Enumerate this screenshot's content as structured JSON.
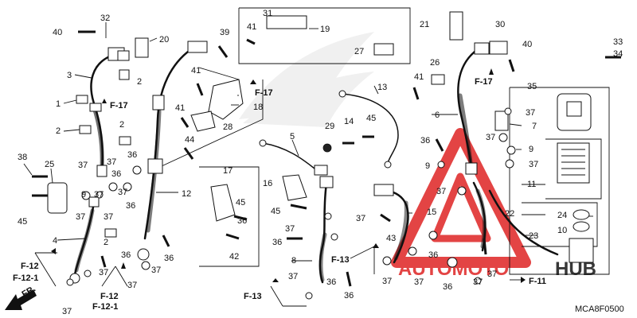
{
  "diagram_code": "MCA8F0500",
  "watermark": {
    "text": "AUTOMOTOHUB",
    "accent_color": "#e03030",
    "secondary_color": "#222222"
  },
  "ref_labels": {
    "f12": "F-12",
    "f12_1": "F-12-1",
    "f13": "F-13",
    "f11": "F-11",
    "f17": "F-17",
    "fr": "FR."
  },
  "part_numbers": {
    "p1": "1",
    "p2": "2",
    "p3": "3",
    "p4": "4",
    "p5": "5",
    "p6": "6",
    "p7": "7",
    "p8": "8",
    "p9": "9",
    "p10": "10",
    "p11": "11",
    "p12": "12",
    "p13": "13",
    "p14": "14",
    "p15": "15",
    "p16": "16",
    "p17": "17",
    "p18": "18",
    "p19": "19",
    "p20": "20",
    "p21": "21",
    "p22": "22",
    "p23": "23",
    "p24": "24",
    "p25": "25",
    "p26": "26",
    "p27": "27",
    "p28": "28",
    "p29": "29",
    "p30": "30",
    "p31": "31",
    "p32": "32",
    "p33": "33",
    "p34": "34",
    "p35": "35",
    "p36": "36",
    "p37": "37",
    "p38": "38",
    "p39": "39",
    "p40": "40",
    "p41": "41",
    "p42": "42",
    "p43": "43",
    "p44": "44",
    "p45": "45"
  }
}
